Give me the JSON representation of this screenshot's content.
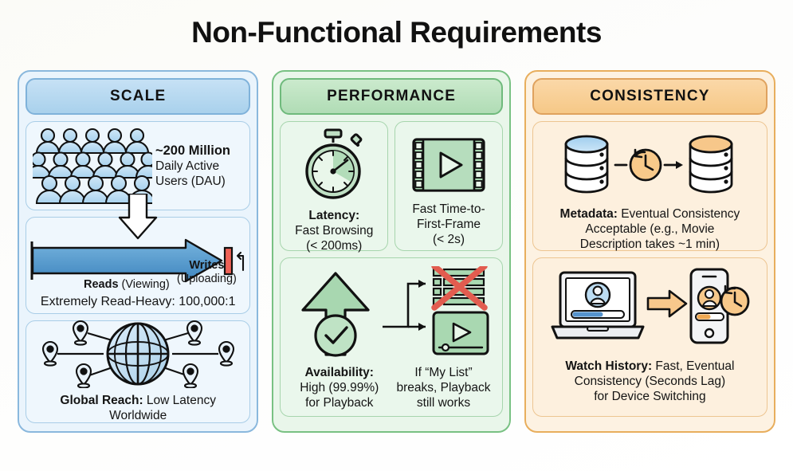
{
  "title": "Non-Functional Requirements",
  "colors": {
    "scale_header_bg": "#a9d1ec",
    "performance_header_bg": "#b0dcb5",
    "consistency_header_bg": "#f6c887",
    "scale_panel_bg": "#eaf4fc",
    "performance_panel_bg": "#e9f6ea",
    "consistency_panel_bg": "#fdf2e2",
    "reads_arrow": "#4e93c8",
    "writes_bar": "#ef5d50",
    "page_bg": "#fdfdfb"
  },
  "columns": [
    {
      "id": "scale",
      "header": "SCALE",
      "cards": [
        {
          "id": "dau",
          "icon": "crowd-of-users-icon",
          "text_lines": [
            "~200 Million",
            "Daily Active",
            "Users (DAU)"
          ],
          "bold_first_line": true
        },
        {
          "id": "read-write-ratio",
          "icon": "read-write-arrow-icon",
          "reads_label_bold": "Reads",
          "reads_label_rest": " (Viewing)",
          "writes_label_bold": "Writes",
          "writes_label_rest": "(Uploading)",
          "ratio_text": "Extremely Read-Heavy: 100,000:1"
        },
        {
          "id": "global-reach",
          "icon": "globe-with-location-pins-icon",
          "label_bold": "Global Reach:",
          "label_rest": " Low Latency Worldwide"
        }
      ]
    },
    {
      "id": "performance",
      "header": "PERFORMANCE",
      "cards": [
        {
          "id": "latency",
          "icon": "stopwatch-icon",
          "text_lines": [
            "Latency:",
            "Fast Browsing",
            "(< 200ms)"
          ],
          "bold_first_line": true
        },
        {
          "id": "time-to-first-frame",
          "icon": "film-play-icon",
          "text_lines": [
            "Fast Time-to-",
            "First-Frame",
            "(< 2s)"
          ],
          "bold_first_line": false
        },
        {
          "id": "availability",
          "icon_left": "up-arrow-with-check-icon",
          "icon_right_top": "broken-list-crossed-out-icon",
          "icon_right_bottom": "video-player-working-icon",
          "left_text_lines": [
            "Availability:",
            "High (99.99%)",
            "for Playback"
          ],
          "right_text_lines": [
            "If “My List”",
            "breaks, Playback",
            "still works"
          ],
          "bold_first_line": true
        }
      ]
    },
    {
      "id": "consistency",
      "header": "CONSISTENCY",
      "cards": [
        {
          "id": "metadata",
          "icon": "database-sync-clock-icon",
          "label_bold": "Metadata:",
          "text_lines": [
            " Eventual Consistency",
            "Acceptable (e.g., Movie",
            "Description takes ~1 min)"
          ]
        },
        {
          "id": "watch-history",
          "icon": "laptop-to-phone-sync-icon",
          "label_bold": "Watch History:",
          "text_lines": [
            " Fast, Eventual",
            "Consistency (Seconds Lag)",
            "for Device Switching"
          ]
        }
      ]
    }
  ]
}
